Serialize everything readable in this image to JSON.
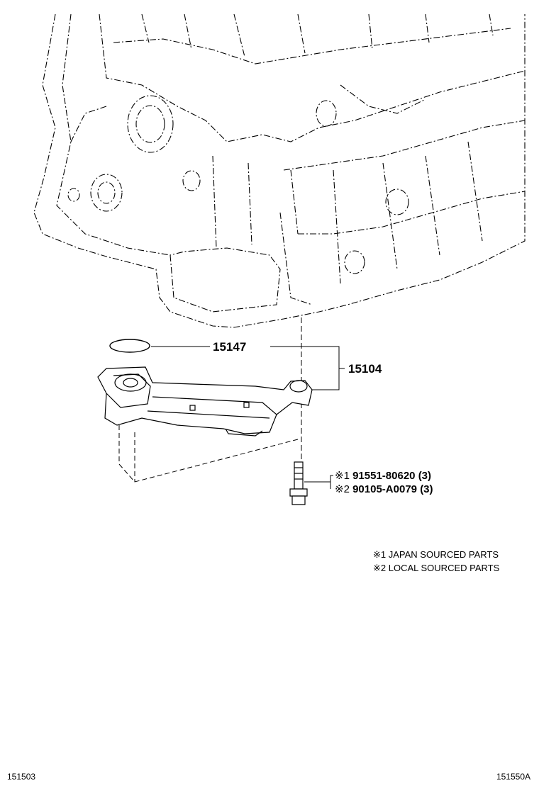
{
  "callouts": {
    "oring": "15147",
    "strainer": "15104"
  },
  "bolt_parts": [
    {
      "mark": "※1",
      "number": "91551-80620",
      "qty": "(3)"
    },
    {
      "mark": "※2",
      "number": "90105-A0079",
      "qty": "(3)"
    }
  ],
  "legend": [
    {
      "mark": "※1",
      "text": "JAPAN SOURCED PARTS"
    },
    {
      "mark": "※2",
      "text": "LOCAL SOURCED PARTS"
    }
  ],
  "footer": {
    "left_code": "151503",
    "right_code": "151550A"
  }
}
